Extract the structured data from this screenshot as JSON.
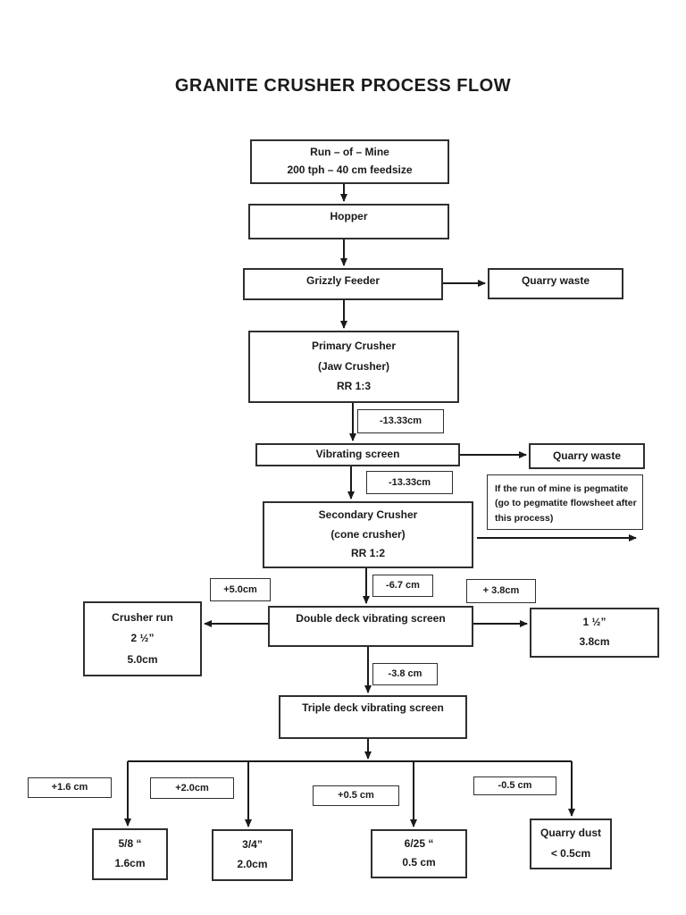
{
  "page": {
    "title": "GRANITE CRUSHER PROCESS FLOW"
  },
  "nodes": {
    "run_of_mine": {
      "line1": "Run – of – Mine",
      "line2": "200 tph – 40 cm feedsize"
    },
    "hopper": {
      "label": "Hopper"
    },
    "grizzly_feeder": {
      "label": "Grizzly Feeder"
    },
    "quarry_waste_1": {
      "label": "Quarry waste"
    },
    "primary_crusher": {
      "line1": "Primary Crusher",
      "line2": "(Jaw Crusher)",
      "line3": "RR 1:3"
    },
    "minus_13_33_a": {
      "label": "-13.33cm"
    },
    "vibrating_screen": {
      "label": "Vibrating screen"
    },
    "quarry_waste_2": {
      "label": "Quarry waste"
    },
    "minus_13_33_b": {
      "label": "-13.33cm"
    },
    "pegmatite_note": {
      "line1": "If the run of mine is pegmatite",
      "line2": "(go to pegmatite flowsheet after",
      "line3": "this process)"
    },
    "secondary_crusher": {
      "line1": "Secondary Crusher",
      "line2": "(cone crusher)",
      "line3": "RR 1:2"
    },
    "plus_5_0": {
      "label": "+5.0cm"
    },
    "minus_6_7": {
      "label": "-6.7 cm"
    },
    "plus_3_8": {
      "label": "+ 3.8cm"
    },
    "double_deck": {
      "label": "Double deck vibrating screen"
    },
    "crusher_run": {
      "line1": "Crusher run",
      "line2": "2 ½”",
      "line3": "5.0cm"
    },
    "product_1_5": {
      "line1": "1 ½”",
      "line2": "3.8cm"
    },
    "minus_3_8": {
      "label": "-3.8 cm"
    },
    "triple_deck": {
      "label": "Triple deck vibrating screen"
    },
    "plus_1_6": {
      "label": "+1.6 cm"
    },
    "plus_2_0": {
      "label": "+2.0cm"
    },
    "plus_0_5": {
      "label": "+0.5 cm"
    },
    "minus_0_5": {
      "label": "-0.5 cm"
    },
    "product_5_8": {
      "line1": "5/8 “",
      "line2": "1.6cm"
    },
    "product_3_4": {
      "line1": "3/4”",
      "line2": "2.0cm"
    },
    "product_6_25": {
      "line1": "6/25 “",
      "line2": "0.5 cm"
    },
    "quarry_dust": {
      "line1": "Quarry dust",
      "line2": "< 0.5cm"
    }
  },
  "colors": {
    "line": "#1a1a1a",
    "border": "#2f2f2f",
    "background": "#ffffff"
  }
}
